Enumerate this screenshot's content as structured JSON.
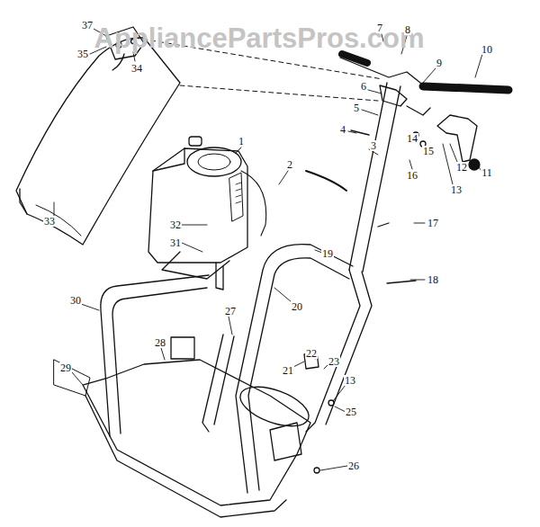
{
  "diagram": {
    "labels": [
      "AppliancePartsPros.com",
      "37",
      "35",
      "34",
      "7",
      "8",
      "6",
      "5",
      "9",
      "10",
      "4",
      "3",
      "14",
      "15",
      "16",
      "1",
      "2",
      "11",
      "12",
      "13",
      "33",
      "32",
      "31",
      "19",
      "17",
      "18",
      "30",
      "27",
      "20",
      "28",
      "29",
      "22",
      "21",
      "23",
      "13",
      "25",
      "26"
    ]
  }
}
